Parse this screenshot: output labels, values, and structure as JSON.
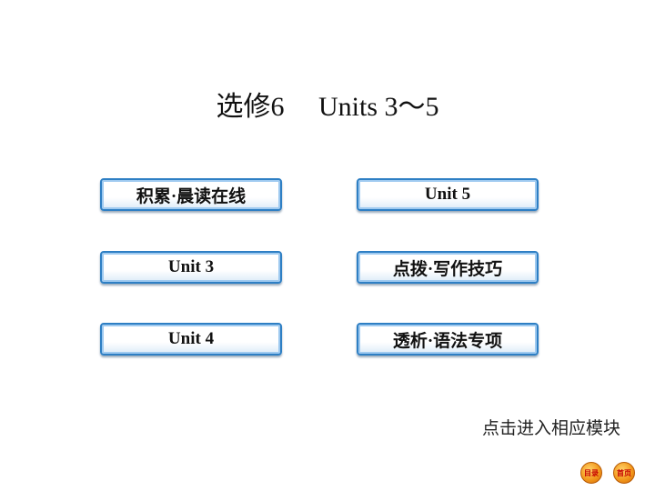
{
  "title": "选修6     Units 3～5",
  "modules": {
    "left": [
      "积累·晨读在线",
      "Unit 3",
      "Unit 4"
    ],
    "right": [
      "Unit 5",
      "点拨·写作技巧",
      "透析·语法专项"
    ]
  },
  "hint": "点击进入相应模块",
  "nav": {
    "toc_label": "目录",
    "home_label": "首页"
  }
}
